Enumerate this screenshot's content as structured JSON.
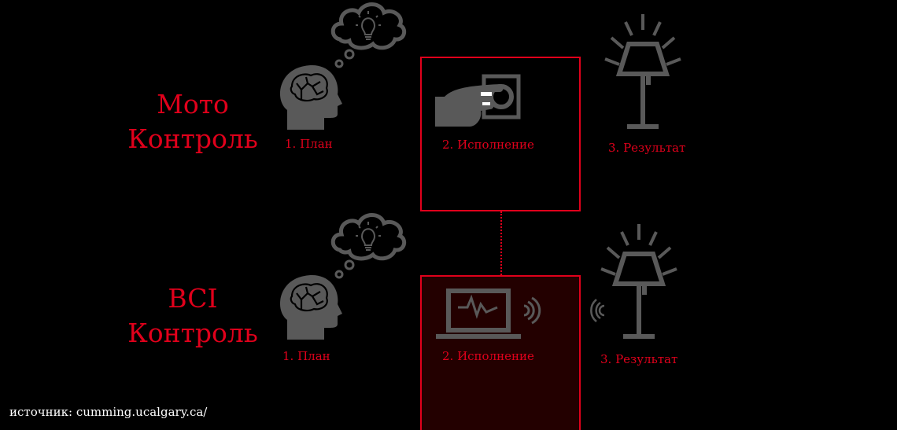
{
  "rows": [
    {
      "title_line1": "Мото",
      "title_line2": "Контроль",
      "plan_label": "1. План",
      "execution_label": "2. Исполнение",
      "result_label": "3. Результат",
      "execution_icon": "hand-pressing-switch-icon"
    },
    {
      "title_line1": "BCI",
      "title_line2": "Контроль",
      "plan_label": "1. План",
      "execution_label": "2. Исполнение",
      "result_label": "3. Результат",
      "execution_icon": "laptop-signal-icon"
    }
  ],
  "source": "источник: cumming.ucalgary.ca/",
  "colors": {
    "accent": "#e0001b",
    "icon": "#595959",
    "highlight_box": "#230000",
    "background": "#000000"
  }
}
